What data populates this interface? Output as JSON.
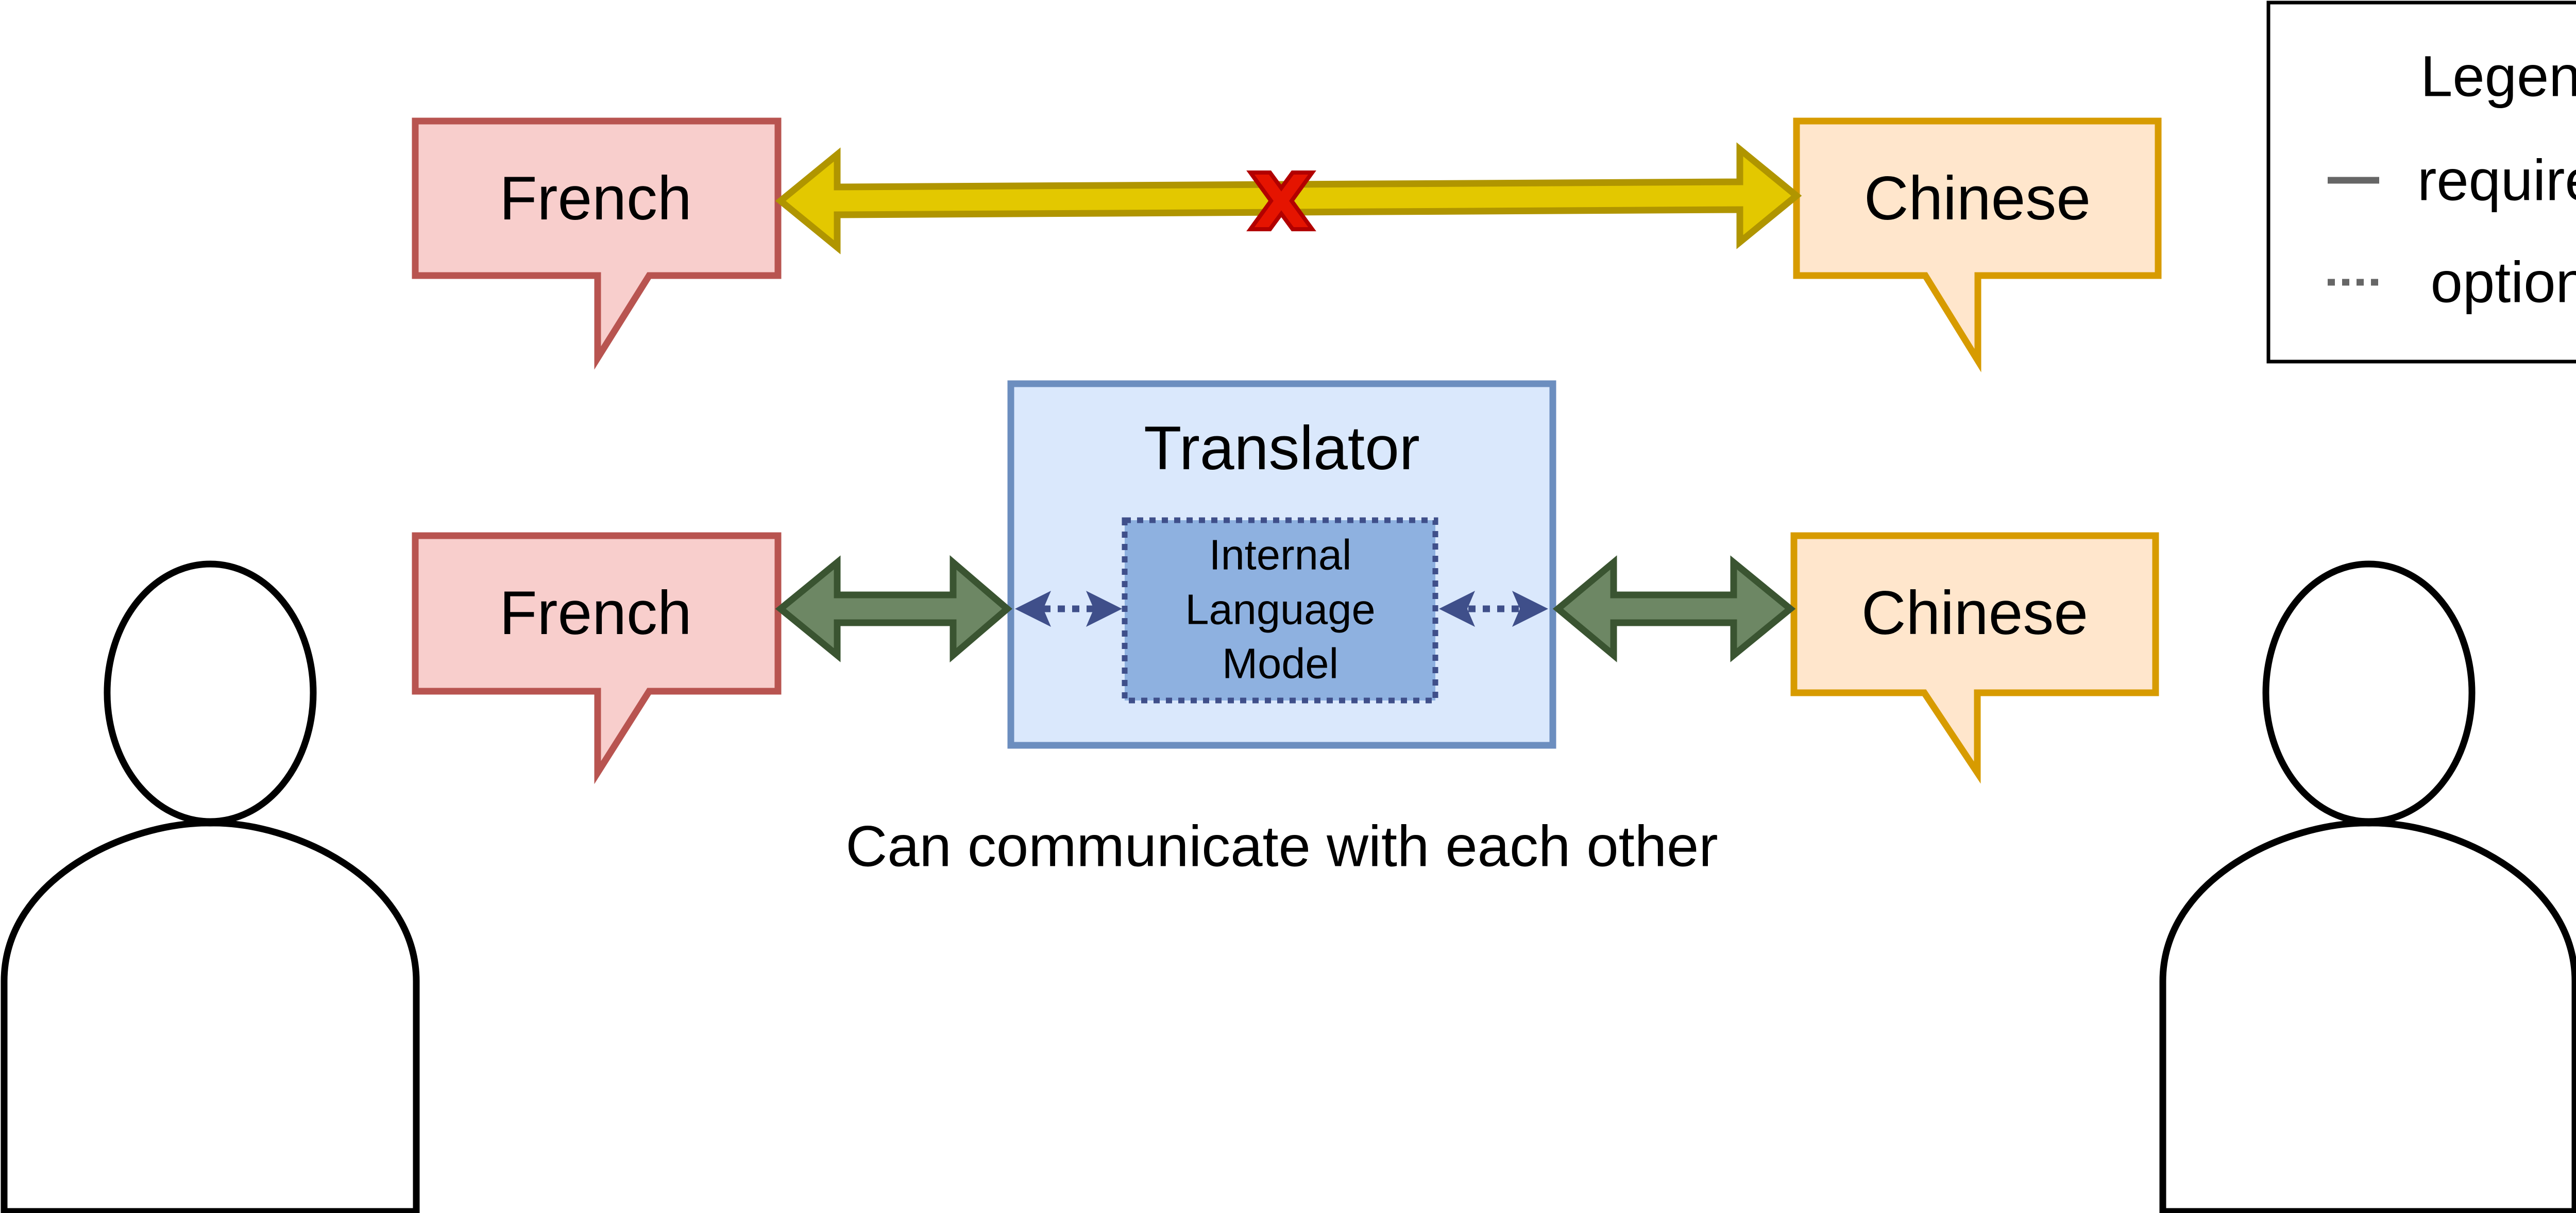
{
  "legend": {
    "title": "Legend:",
    "required_label": "required",
    "optional_label": "optional"
  },
  "top_row": {
    "left_bubble": "French",
    "right_bubble": "Chinese"
  },
  "bottom_row": {
    "left_bubble": "French",
    "right_bubble": "Chinese"
  },
  "translator": {
    "title": "Translator",
    "inner_line1": "Internal",
    "inner_line2": "Language",
    "inner_line3": "Model"
  },
  "caption": "Can communicate with each other",
  "colors": {
    "french_fill": "#f8cecc",
    "french_stroke": "#b85450",
    "chinese_fill": "#ffe6cc",
    "chinese_stroke": "#d79b00",
    "yellow_arrow_fill": "#e3c800",
    "yellow_arrow_stroke": "#b09500",
    "green_arrow_fill": "#6d8764",
    "green_arrow_stroke": "#3a5431",
    "translator_fill": "#dae8fc",
    "translator_stroke": "#6c8ebf",
    "ilm_fill": "#8eb1e0",
    "ilm_stroke": "#3f4f8a",
    "cross_fill": "#e51400",
    "cross_stroke": "#b20000"
  }
}
